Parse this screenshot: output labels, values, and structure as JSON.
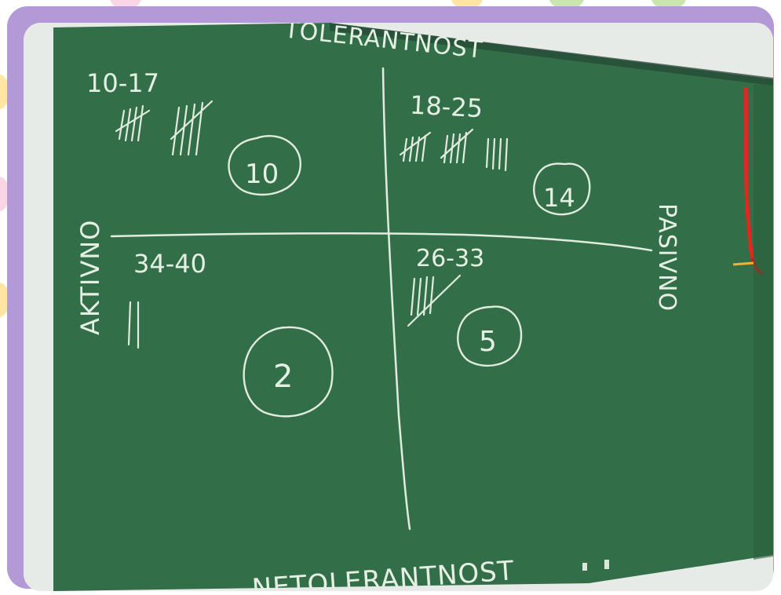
{
  "board": {
    "top_label": "TOLERANTNOST",
    "bottom_label": "NETOLERANTNOST",
    "left_label": "AKTIVNO",
    "right_label": "PASIVNO"
  },
  "quadrants": [
    {
      "position": "top-left",
      "range": "10-17",
      "tally": 10,
      "count": "10"
    },
    {
      "position": "top-right",
      "range": "18-25",
      "tally": 14,
      "count": "14"
    },
    {
      "position": "bottom-left",
      "range": "34-40",
      "tally": 2,
      "count": "2"
    },
    {
      "position": "bottom-right",
      "range": "26-33",
      "tally": 5,
      "count": "5"
    }
  ],
  "colors": {
    "frame": "#b39ad6",
    "board": "#2f6b45",
    "chalk": "#e6efe4",
    "string": "#e0281e"
  }
}
